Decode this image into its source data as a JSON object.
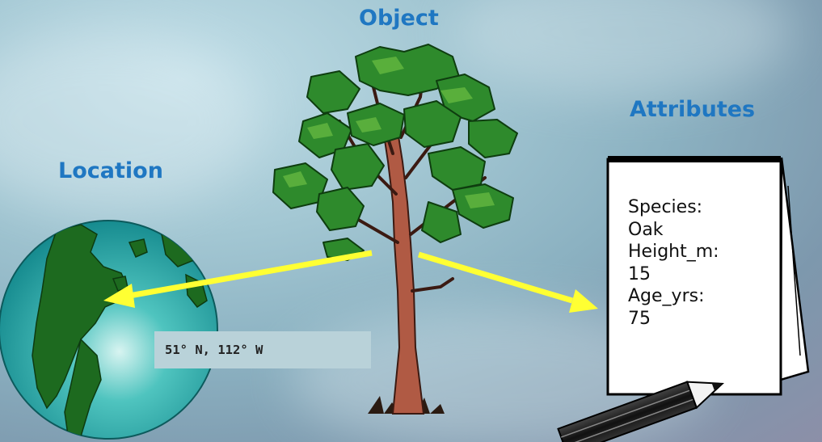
{
  "labels": {
    "object": "Object",
    "attributes": "Attributes",
    "location": "Location"
  },
  "coordinates": "51° N, 112° W",
  "attributes_card": {
    "lines": [
      "Species:",
      "Oak",
      "Height_m:",
      "15",
      "Age_yrs:",
      "75"
    ]
  },
  "icons": [
    "globe-icon",
    "tree-icon",
    "notepad-icon",
    "pencil-icon"
  ],
  "colors": {
    "heading": "#1f77c2",
    "arrow": "#ffff33",
    "ocean": "#1c9a9f",
    "land": "#1d6a1f",
    "foliage": "#2e8a2c",
    "trunk": "#b05a44"
  }
}
